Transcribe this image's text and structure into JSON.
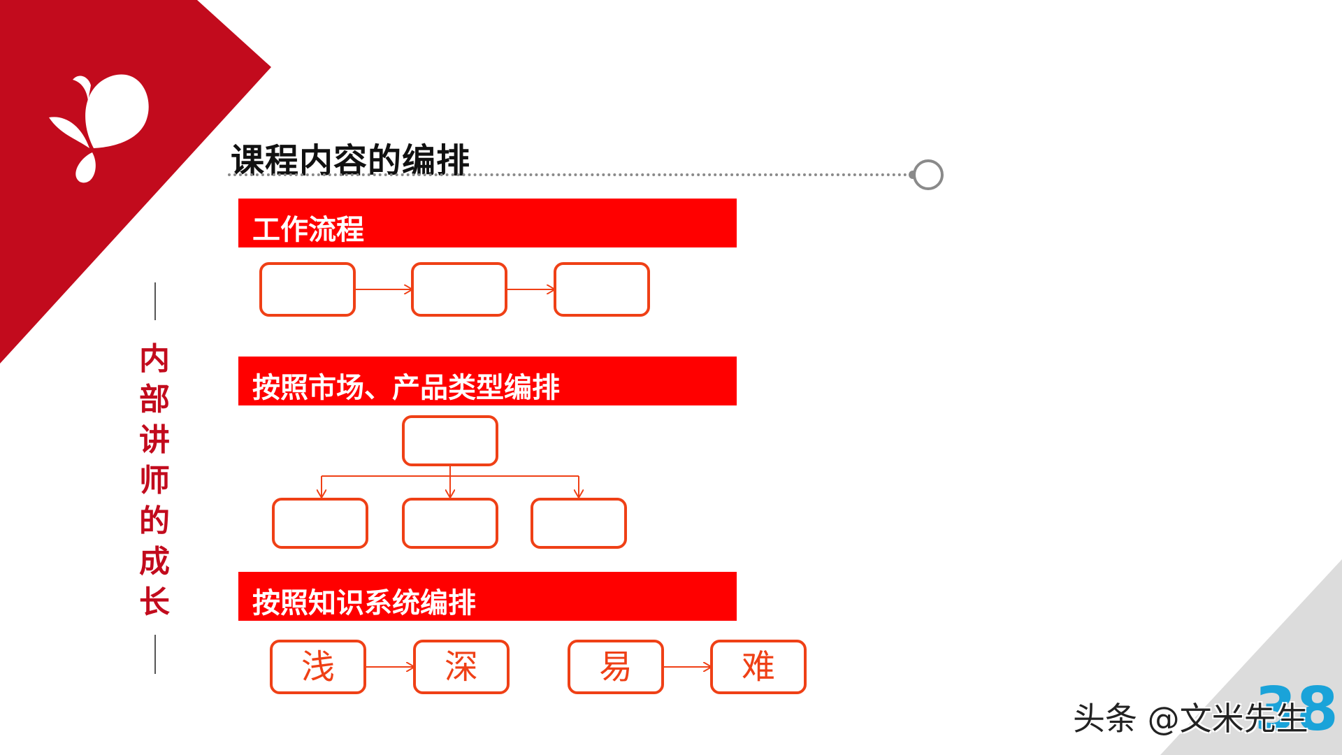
{
  "logo": {
    "icon": "butterfly-icon",
    "color": "#ffffff"
  },
  "colors": {
    "brand_red": "#c20b1d",
    "section_red": "#ff0000",
    "box_orange": "#ef4016",
    "corner_gray": "#d9d9d9",
    "page_num_blue": "#1aa3d9"
  },
  "sidebar": {
    "title_chars": [
      "内",
      "部",
      "讲",
      "师",
      "的",
      "成",
      "长"
    ]
  },
  "page": {
    "title": "课程内容的编排",
    "number": "38"
  },
  "sections": [
    {
      "label": "工作流程"
    },
    {
      "label": "按照市场、产品类型编排"
    },
    {
      "label": "按照知识系统编排"
    }
  ],
  "knowledge_boxes": [
    "浅",
    "深",
    "易",
    "难"
  ],
  "watermark": "头条 @文米先生"
}
